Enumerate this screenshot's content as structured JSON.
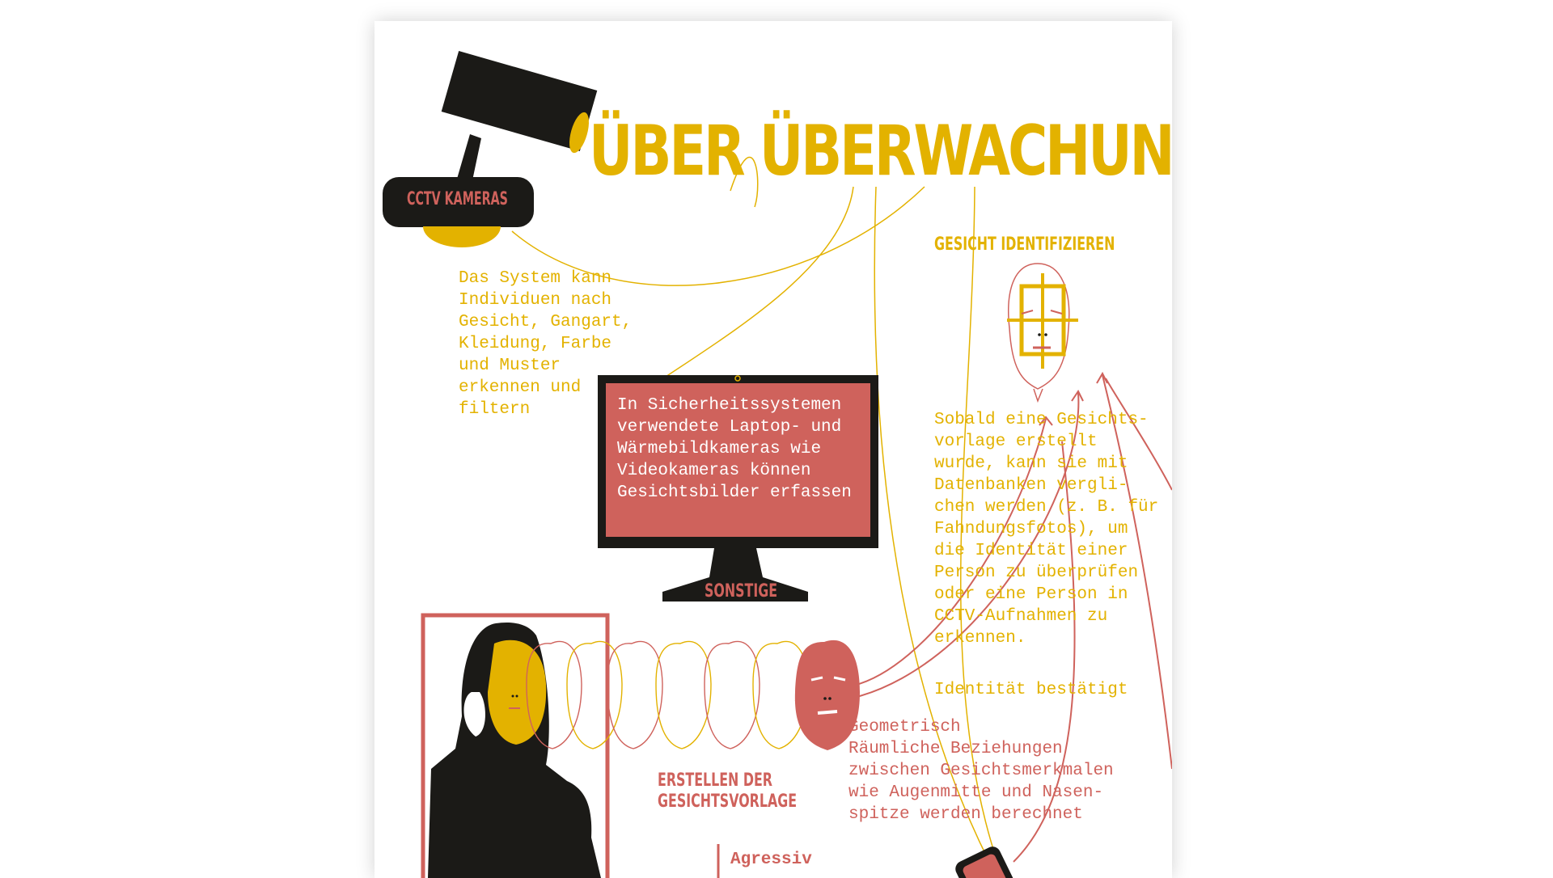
{
  "poster": {
    "title": "ÜBER ÜBERWACHUNG",
    "camera_label": "CCTV KAMERAS",
    "system_text": "Das System kann\nIndividuen nach\nGesicht, Gangart,\nKleidung, Farbe\nund Muster\nerkennen und\nfiltern",
    "monitor_text": "In Sicherheitssystemen\nverwendete Laptop- und\nWärmebildkameras wie\nVideokameras können\nGesichtsbilder erfassen",
    "monitor_label": "SONSTIGE",
    "identify_heading": "GESICHT IDENTIFIZIEREN",
    "identify_text": "Sobald eine Gesichts-\nvorlage erstellt\nwurde, kann sie mit\nDatenbanken vergli-\nchen werden (z. B. für\nFahndungsfotos), um\ndie Identität einer\nPerson zu überprüfen\noder eine Person in\nCCTV-Aufnahmen zu\nerkennen.",
    "identity_confirmed": "Identität bestätigt",
    "template_heading": "ERSTELLEN DER\nGESICHTSVORLAGE",
    "geometry_text": "Geometrisch\nRäumliche Beziehungen\nzwischen Gesichtsmerkmalen\nwie Augenmitte und Nasen-\nspitze werden berechnet",
    "agressiv_label": "Agressiv"
  },
  "colors": {
    "accent_yellow": "#e3b200",
    "accent_red": "#cf625c",
    "ink_black": "#1b1a17"
  },
  "icons": [
    "cctv-camera-icon",
    "monitor-icon",
    "face-target-icon",
    "woman-phone-illustration",
    "face-outline-icon"
  ]
}
